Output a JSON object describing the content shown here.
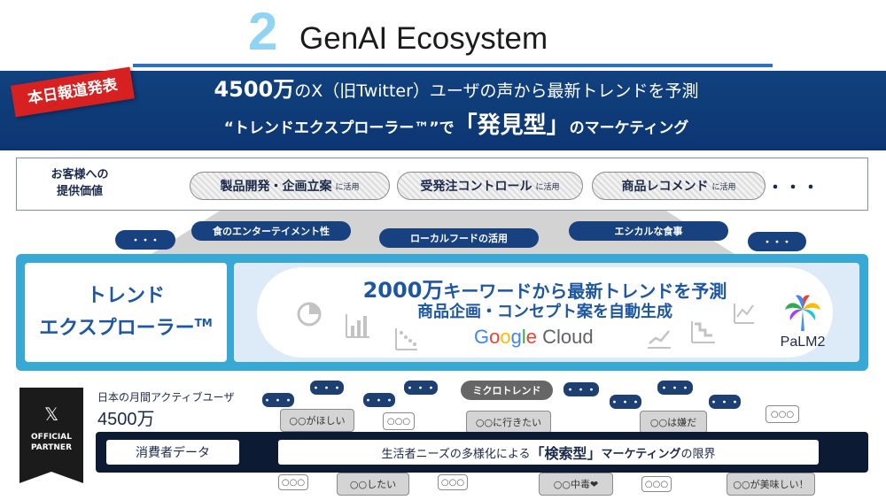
{
  "header": {
    "section_number": "2",
    "title": "GenAI Ecosystem"
  },
  "banner": {
    "press_tag": "本日報道発表",
    "line1_big": "4500万",
    "line1_rest": "のX（旧Twitter）ユーザの声から最新トレンドを予測",
    "line2_pre": "“トレンドエクスプローラー™”で",
    "line2_highlight": "「発見型」",
    "line2_post": "のマーケティング"
  },
  "value_row": {
    "label_line1": "お客様への",
    "label_line2": "提供価値",
    "pills": [
      {
        "label": "製品開発・企画立案",
        "suffix": "に活用"
      },
      {
        "label": "受発注コントロール",
        "suffix": "に活用"
      },
      {
        "label": "商品レコメンド",
        "suffix": "に活用"
      }
    ],
    "more": "・・・"
  },
  "tags": {
    "dots": "・・・",
    "items": [
      "食のエンターテイメント性",
      "ローカルフードの活用",
      "エシカルな食事"
    ]
  },
  "main": {
    "product_line1": "トレンド",
    "product_line2": "エクスプローラー",
    "tm": "TM",
    "gen_line1_num": "2000万",
    "gen_line1_rest": "キーワードから最新トレンドを予測",
    "gen_line2": "商品企画・コンセプト案を自動生成",
    "google_letters": [
      "G",
      "o",
      "o",
      "g",
      "l",
      "e"
    ],
    "cloud": " Cloud",
    "palm": "PaLM2"
  },
  "bottom": {
    "x_logo": "𝕏",
    "official_line1": "OFFICIAL",
    "official_line2": "PARTNER",
    "mau_label": "日本の月間アクティブユーザ",
    "mau_value": "4500万",
    "micro_trend": "ミクロトレンド",
    "dots": "・・・",
    "light_dots": "○○○",
    "bubbles": [
      "○○がほしい",
      "○○に行きたい",
      "○○は嫌だ",
      "○○したい",
      "○○中毒❤",
      "○○が美味しい！"
    ],
    "consumer_data": "消費者データ",
    "limit_pre": "生活者ニーズの多様化による",
    "limit_bold": "「検索型」",
    "limit_mid": "マーケティング",
    "limit_post": "の限界"
  },
  "colors": {
    "banner": "#11417f",
    "accent_blue": "#1d56a3",
    "frame": "#38a9d4",
    "press": "#d72020",
    "section_number": "#8fd4f2"
  }
}
